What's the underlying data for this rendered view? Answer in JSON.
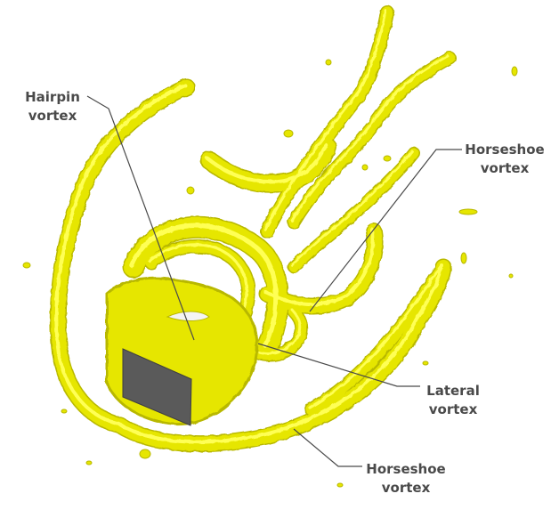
{
  "colors": {
    "vortex_fill": "#e6e600",
    "vortex_shade": "#b8b800",
    "vortex_highlight": "#ffff55",
    "block_face": "#5a5a5a",
    "leader": "#4a4a4a",
    "label_text": "#4a4a4a",
    "background": "#ffffff"
  },
  "labels": {
    "hairpin": {
      "line1": "Hairpin",
      "line2": "vortex"
    },
    "horseshoe_top": {
      "line1": "Horseshoe",
      "line2": "vortex"
    },
    "lateral": {
      "line1": "Lateral",
      "line2": "vortex"
    },
    "horseshoe_bottom": {
      "line1": "Horseshoe",
      "line2": "vortex"
    }
  }
}
